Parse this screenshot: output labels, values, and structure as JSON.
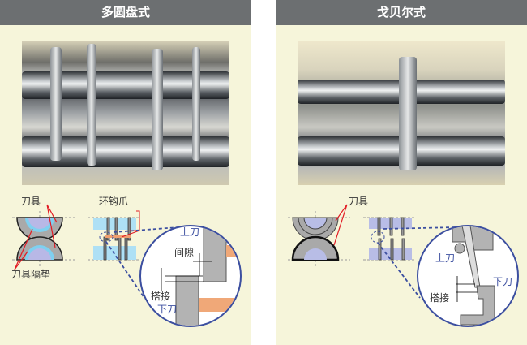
{
  "left": {
    "title": "多圆盘式",
    "labels": {
      "blade": "刀具",
      "spacer": "刀具隔垫",
      "hook": "环钩爪",
      "upper": "上刀",
      "gap": "间隙",
      "overlap": "搭接",
      "lower": "下刀"
    }
  },
  "right": {
    "title": "戈贝尔式",
    "labels": {
      "blade": "刀具",
      "upper": "上刀",
      "lower": "下刀",
      "overlap": "搭接"
    }
  },
  "colors": {
    "header": "#6c6f71",
    "panel": "#f6f5da",
    "accent_red": "#e21b23",
    "blue": "#3c4fa0"
  }
}
